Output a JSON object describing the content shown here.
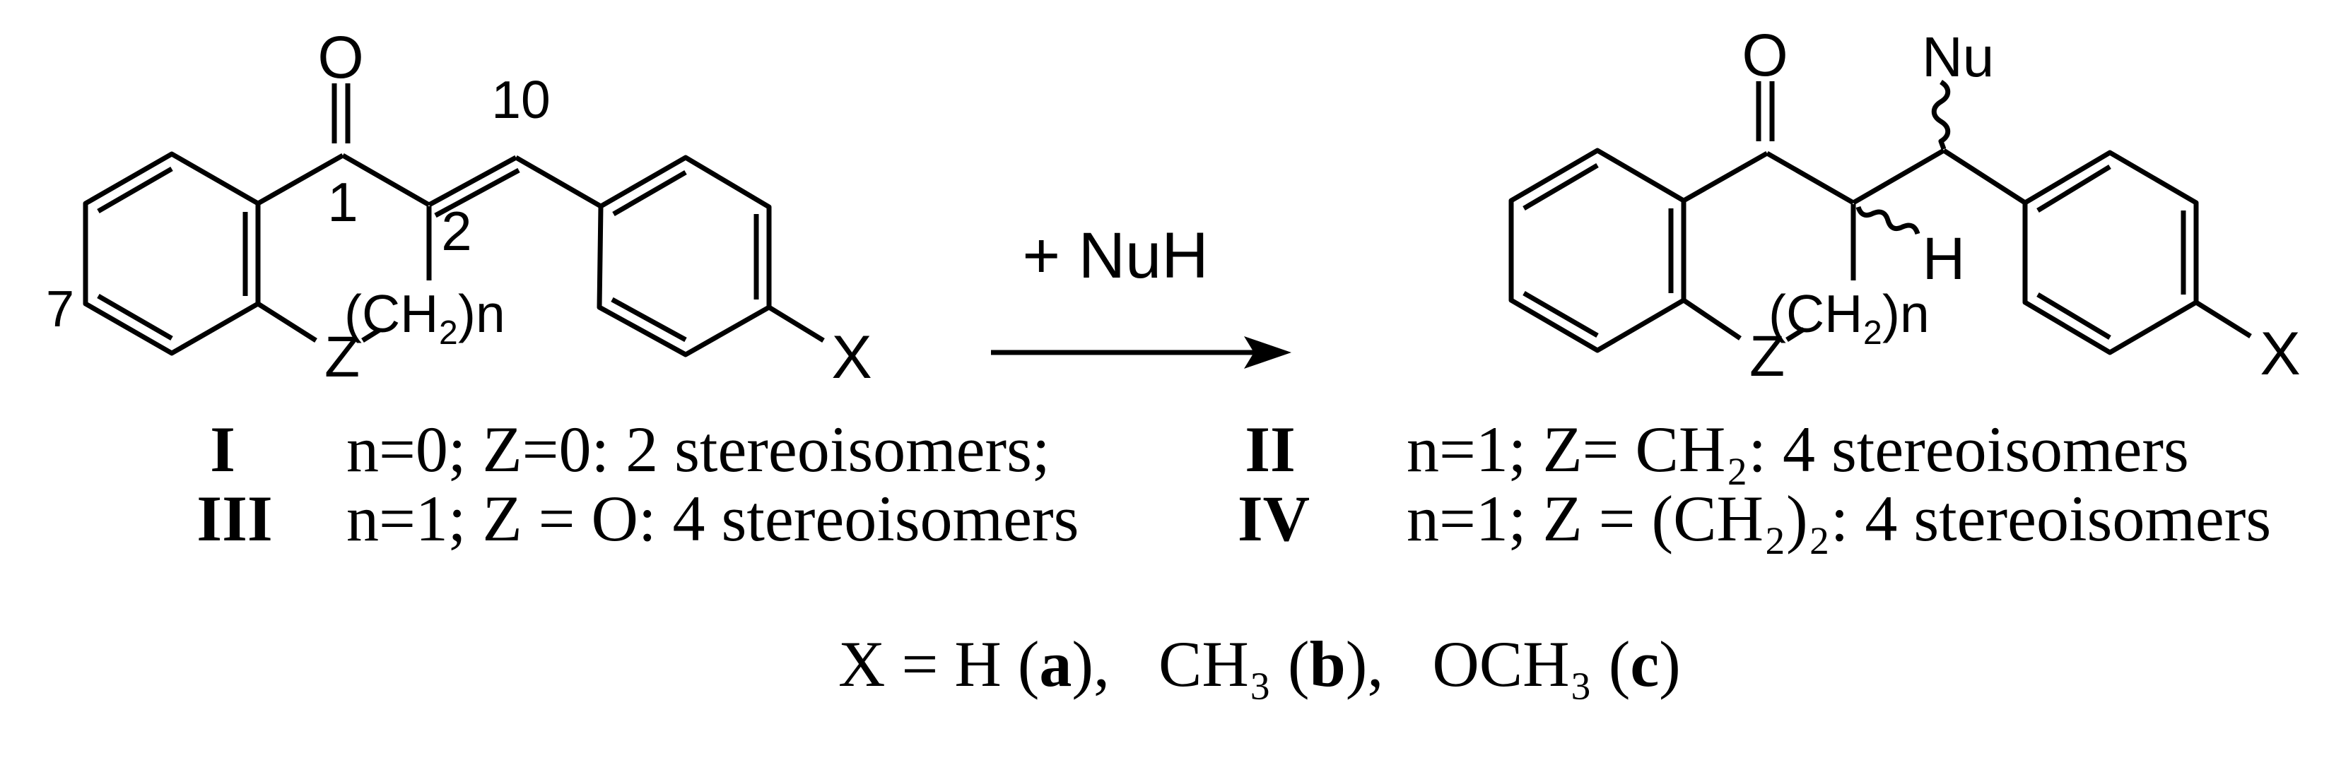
{
  "scheme": {
    "reagent": "+ NuH"
  },
  "left_structure": {
    "atom_labels": {
      "oxygen": "O",
      "pos1": "1",
      "pos2": "2",
      "pos7": "7",
      "pos10": "10",
      "z": "Z",
      "chain_prefix": "(CH",
      "chain_sub": "2",
      "chain_suffix": ")n",
      "x": "X"
    }
  },
  "right_structure": {
    "atom_labels": {
      "oxygen": "O",
      "nu": "Nu",
      "h": "H",
      "z": "Z",
      "chain_prefix": "(CH",
      "chain_sub": "2",
      "chain_suffix": ")n",
      "x": "X"
    }
  },
  "legend": {
    "rows": [
      {
        "numeral": "I",
        "text": "n=0; Z=0: 2 stereoisomers;"
      },
      {
        "numeral": "II",
        "text": "n=1; Z= CH₂: 4 stereoisomers"
      },
      {
        "numeral": "III",
        "text": "n=1; Z = O: 4 stereoisomers"
      },
      {
        "numeral": "IV",
        "text": "n=1; Z = (CH₂)₂: 4 stereoisomers"
      }
    ],
    "substituents": {
      "prefix": "X = H (",
      "a": "a",
      "mid1": "),   CH₃ (",
      "b": "b",
      "mid2": "),   OCH₃ (",
      "c": "c",
      "suffix": ")"
    }
  },
  "colors": {
    "ink": "#000000",
    "background": "#ffffff"
  }
}
